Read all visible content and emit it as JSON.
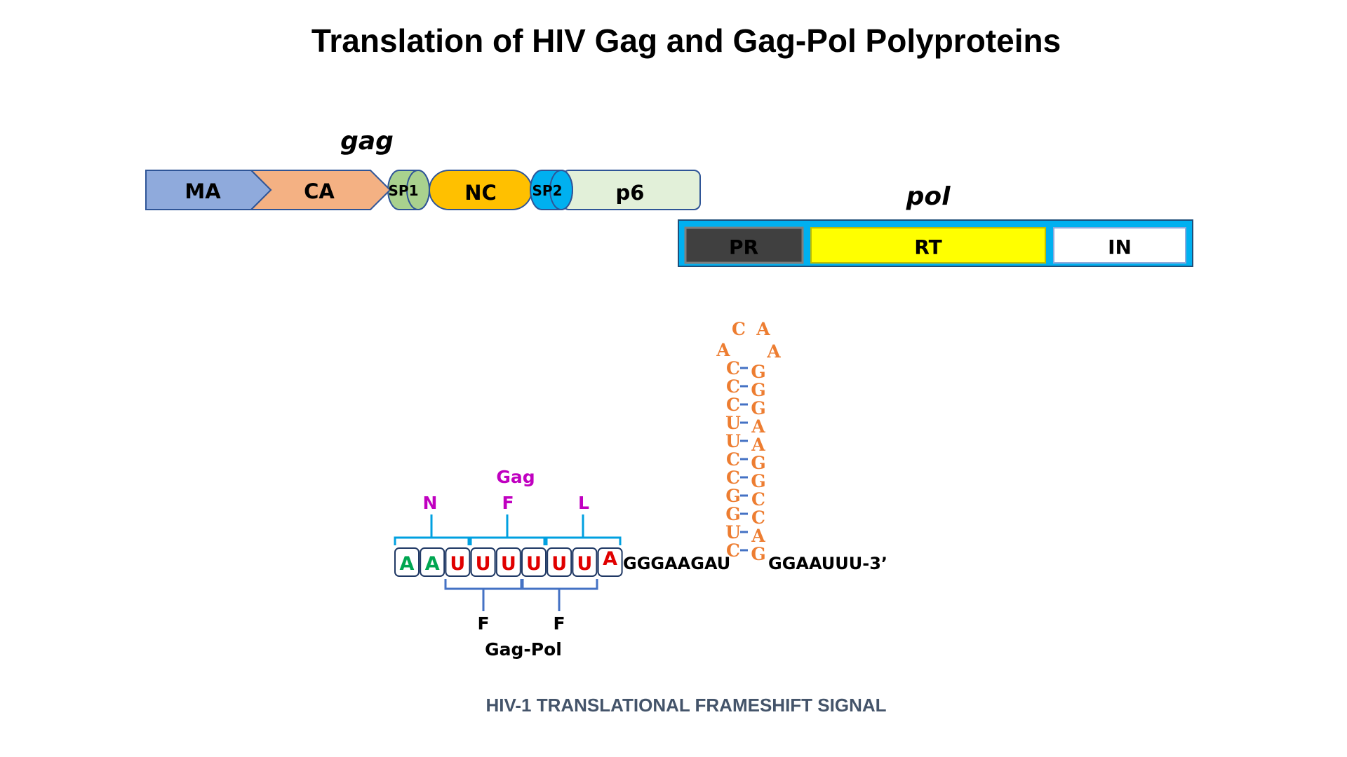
{
  "title": "Translation of HIV Gag and Gag-Pol Polyproteins",
  "colors": {
    "ma": "#8FAADC",
    "ca": "#F4B183",
    "sp1": "#A9D18E",
    "nc": "#FFC000",
    "sp2": "#00B0F0",
    "p6": "#E2F0D9",
    "outline": "#2F5597",
    "pol_frame": "#00B0F0",
    "pr": "#404040",
    "rt": "#FFFF00",
    "in": "#FFFFFF",
    "stem": "#ED7D31",
    "pair_dash": "#4472C4",
    "gag_bracket": "#00A0E0",
    "gagpol_bracket": "#4472C4",
    "gag_label": "#C000C0",
    "nuc_green": "#00A651",
    "nuc_red": "#E00000",
    "caption": "#44546A"
  },
  "gag": {
    "label": "gag",
    "domains": [
      "MA",
      "CA",
      "SP1",
      "NC",
      "SP2",
      "p6"
    ]
  },
  "pol": {
    "label": "pol",
    "domains": [
      "PR",
      "RT",
      "IN"
    ]
  },
  "hairpin": {
    "loop": [
      "C",
      "A",
      "A",
      "A"
    ],
    "stem_left": [
      "C",
      "C",
      "C",
      "U",
      "U",
      "C",
      "C",
      "G",
      "G",
      "U",
      "C"
    ],
    "stem_right": [
      "G",
      "G",
      "G",
      "A",
      "A",
      "G",
      "G",
      "C",
      "C",
      "A",
      "G"
    ]
  },
  "sequence": {
    "boxed": [
      "A",
      "A",
      "U",
      "U",
      "U",
      "U",
      "U",
      "U",
      "A"
    ],
    "after_box": "GGGAAGAU",
    "after_stem": "GGAAUUU-3’"
  },
  "gag_frame": {
    "label": "Gag",
    "codons": [
      "N",
      "F",
      "L"
    ]
  },
  "gagpol_frame": {
    "label": "Gag-Pol",
    "codons": [
      "F",
      "F"
    ]
  },
  "caption": "HIV-1 TRANSLATIONAL FRAMESHIFT SIGNAL"
}
